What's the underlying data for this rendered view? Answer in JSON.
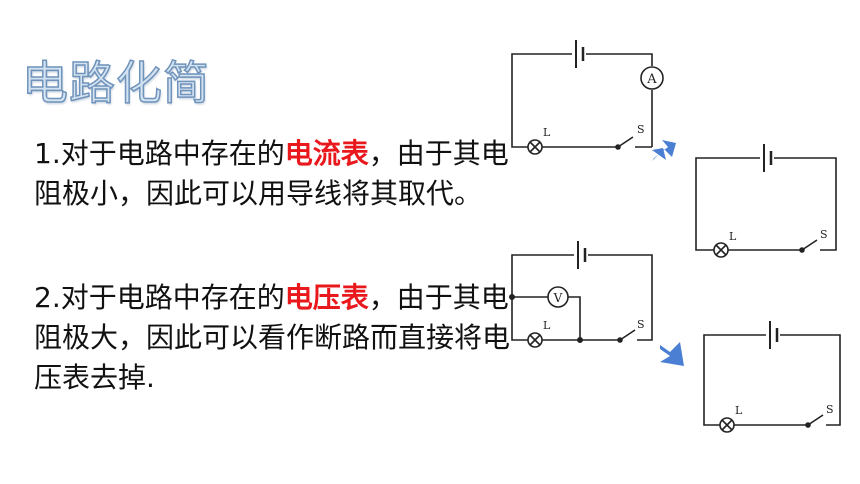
{
  "title": "电路化简",
  "paragraphs": [
    {
      "prefix": "1.对于电路中存在的",
      "highlight": "电流表",
      "rest": "，由于其电阻极小，因此可以用导线将其取代。"
    },
    {
      "prefix": "2.对于电路中存在的",
      "highlight": "电压表",
      "rest": "，由于其电阻极大，因此可以看作断路而直接将电压表去掉."
    }
  ],
  "circuit_labels": {
    "ammeter": "A",
    "voltmeter": "V",
    "lamp": "L",
    "switch": "S"
  },
  "colors": {
    "highlight": "#e8181c",
    "arrow": "#4a7fd4",
    "title_fill": "#d4e3f2",
    "title_stroke": "#6f93ba"
  }
}
